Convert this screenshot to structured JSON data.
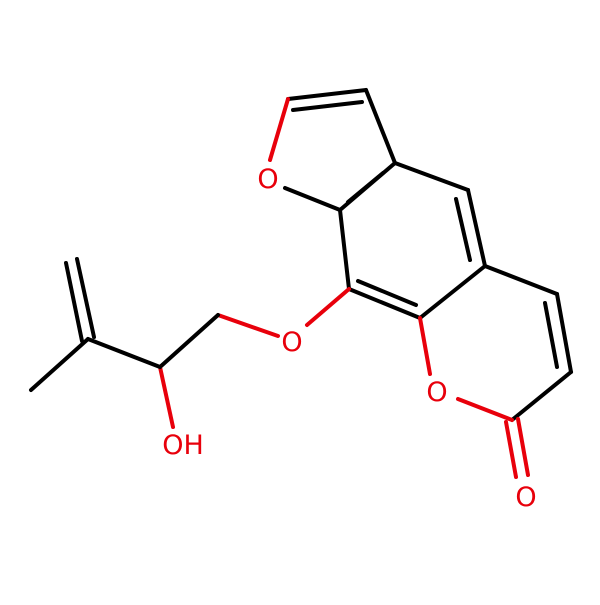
{
  "molecule": {
    "atom_labels": {
      "furan_oxygen": "O",
      "ether_oxygen": "O",
      "lactone_ring_oxygen": "O",
      "carbonyl_oxygen": "O",
      "hydroxyl": "OH"
    },
    "colors": {
      "bond": "#000000",
      "oxygen": "#e8000b",
      "background": "#ffffff"
    }
  }
}
